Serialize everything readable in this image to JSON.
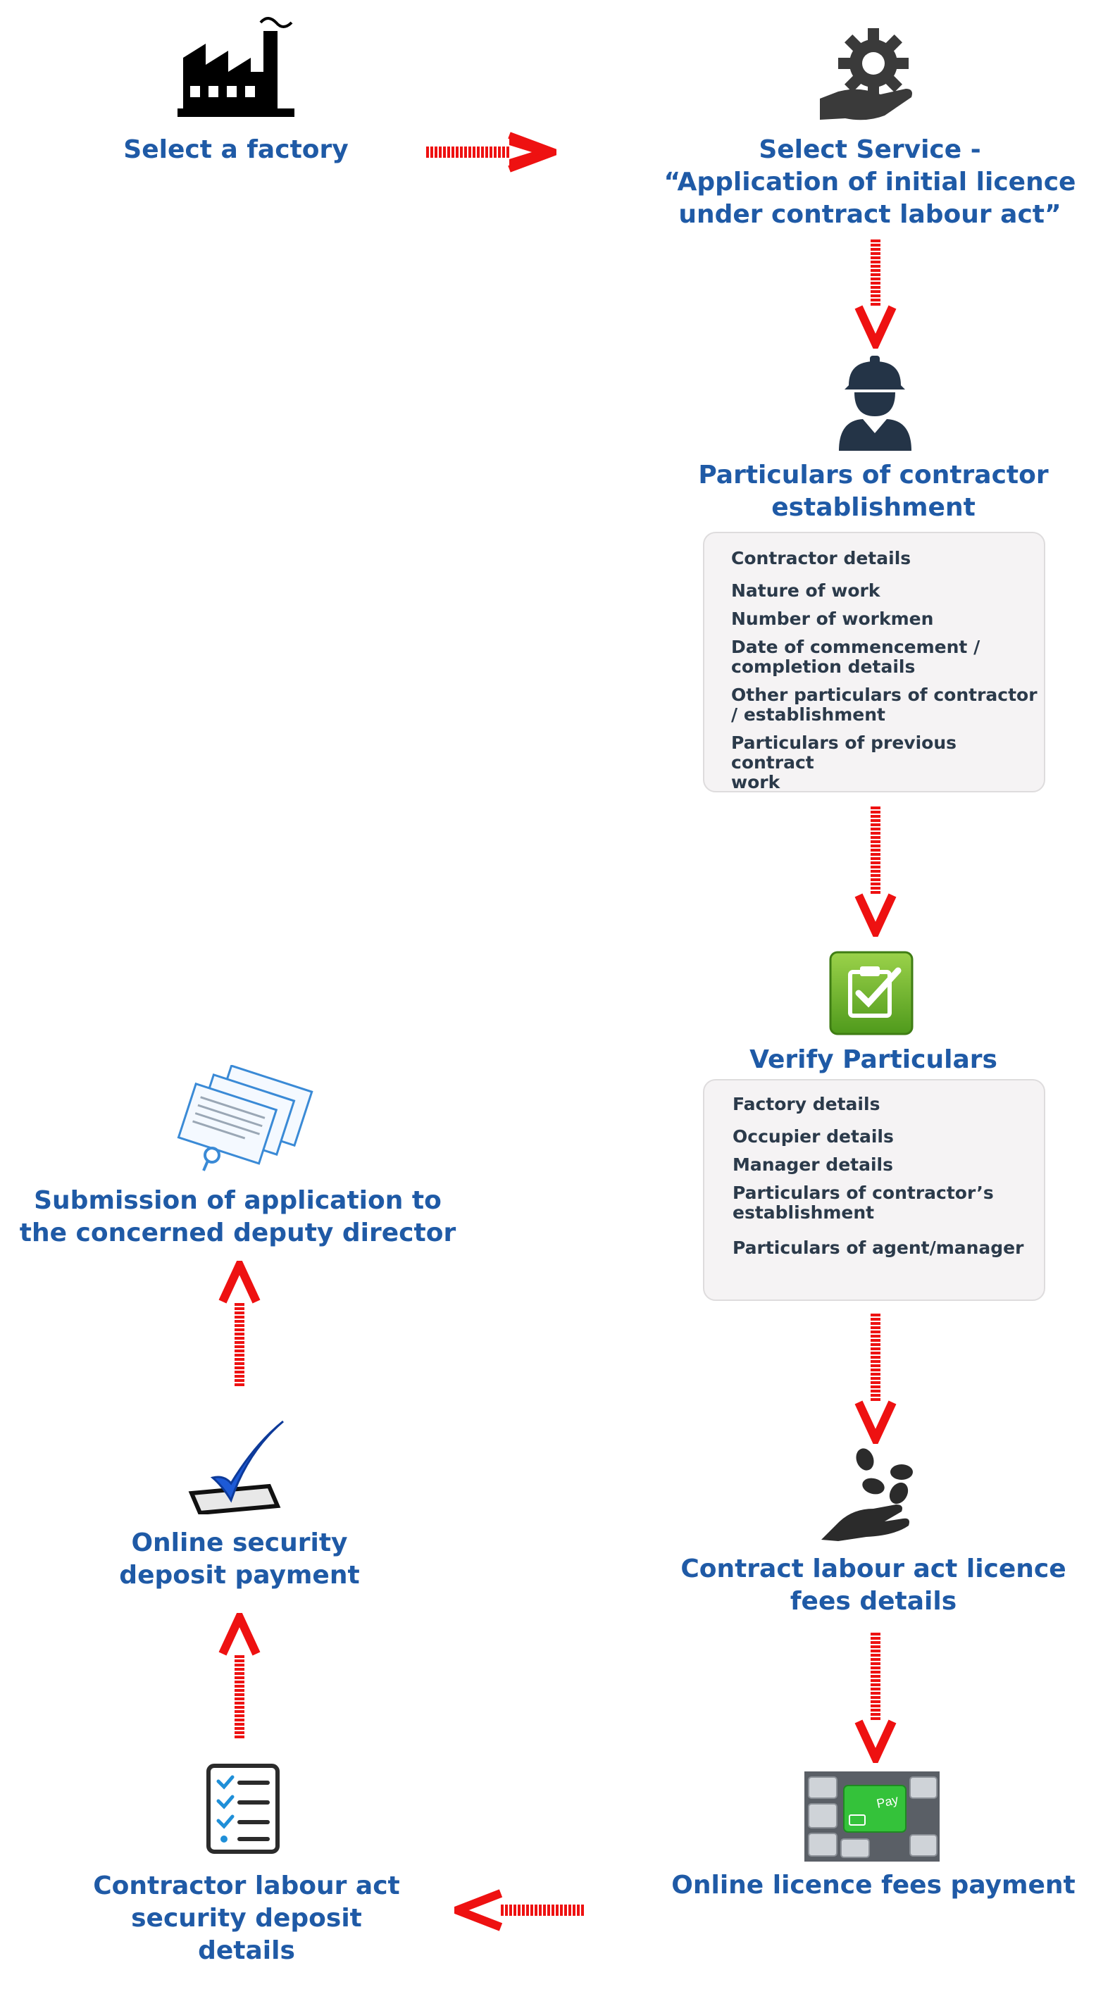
{
  "steps": {
    "select_factory": "Select a factory",
    "select_service": "Select Service -\n“Application of initial licence\nunder  contract labour act”",
    "particulars": "Particulars of contractor\nestablishment",
    "verify": "Verify Particulars",
    "fees_details": "Contract labour act licence\nfees details",
    "online_fees": "Online licence fees payment",
    "security_details": "Contractor labour act\nsecurity deposit\ndetails",
    "security_payment": "Online security\ndeposit payment",
    "submission": "Submission of application to\nthe concerned deputy director"
  },
  "particulars_items": [
    "Contractor details",
    "Nature of work",
    "Number of workmen",
    "Date of commencement /\ncompletion details",
    "Other particulars of contractor\n/ establishment",
    "Particulars of previous contract\nwork"
  ],
  "verify_items": [
    "Factory details",
    "Occupier details",
    "Manager details",
    "Particulars of contractor’s\nestablishment",
    "Particulars of agent/manager"
  ],
  "pay_key_label": "Pay",
  "colors": {
    "label": "#1f5aa6",
    "arrow": "#ee1111",
    "item": "#2b3a4a"
  }
}
